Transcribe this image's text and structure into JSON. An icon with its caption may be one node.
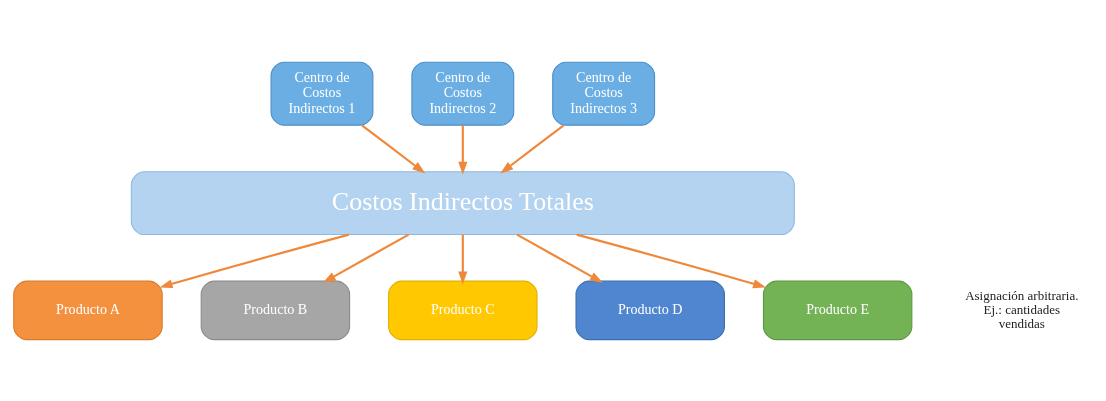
{
  "diagram": {
    "nodes": [
      {
        "text": [
          "Centro de Costos Indirectos 1"
        ]
      },
      {
        "text": [
          "Centro de Costos Indirectos 2"
        ]
      },
      {
        "text": [
          "Centro de Costos Indirectos 3"
        ]
      },
      {
        "text": [
          "Costos Indirectos Totales"
        ]
      },
      {
        "text": [
          "Producto A"
        ]
      },
      {
        "text": [
          "Producto B"
        ]
      },
      {
        "text": [
          "Producto C"
        ]
      },
      {
        "text": [
          "Producto D"
        ]
      },
      {
        "text": [
          "Producto E"
        ]
      }
    ],
    "edges": [
      {
        "from": 0,
        "to": 3,
        "arrow": "to"
      },
      {
        "from": 1,
        "to": 3,
        "arrow": "to"
      },
      {
        "from": 2,
        "to": 3,
        "arrow": "to"
      },
      {
        "from": 3,
        "to": 4,
        "arrow": "to"
      },
      {
        "from": 3,
        "to": 5,
        "arrow": "to"
      },
      {
        "from": 3,
        "to": 6,
        "arrow": "to"
      },
      {
        "from": 3,
        "to": 7,
        "arrow": "to"
      },
      {
        "from": 3,
        "to": 8,
        "arrow": "to"
      }
    ],
    "labels": [
      "Asignación arbitraria. Ej.: cantidades vendidas"
    ]
  }
}
